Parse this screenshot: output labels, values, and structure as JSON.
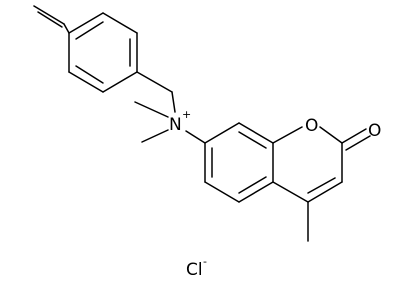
{
  "molecule": {
    "atoms": {
      "nitrogen": "N",
      "nitrogen_charge": "+",
      "ring_oxygen": "O",
      "carbonyl_oxygen": "O",
      "chloride": "Cl",
      "chloride_charge": "-"
    }
  },
  "colors": {
    "bond": "#000000",
    "background": "#ffffff"
  }
}
